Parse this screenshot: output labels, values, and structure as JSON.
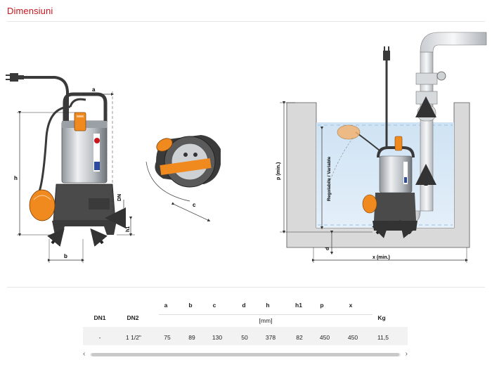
{
  "section": {
    "title": "Dimensiuni"
  },
  "drawing": {
    "labels": {
      "a": "a",
      "h": "h",
      "dn": "DN",
      "h1": "h1",
      "b": "b",
      "c": "c",
      "p_min": "p  (min.)",
      "regolabile": "Regolabile / Variable",
      "d": "d",
      "x_min": "x (min.)"
    }
  },
  "table": {
    "headers": {
      "dn1": "DN1",
      "dn2": "DN2",
      "a": "a",
      "b": "b",
      "c": "c",
      "d": "d",
      "h": "h",
      "h1": "h1",
      "p": "p",
      "x": "x",
      "kg": "Kg"
    },
    "units": "[mm]",
    "row": {
      "dn1": "-",
      "dn2": "1 1/2\"",
      "a": "75",
      "b": "89",
      "c": "130",
      "d": "50",
      "h": "378",
      "h1": "82",
      "p": "450",
      "x": "450",
      "kg": "11,5"
    }
  },
  "scrollbar": {
    "left_arrow": "‹",
    "right_arrow": "›"
  },
  "colors": {
    "title": "#c8161d",
    "orange": "#f08a1f",
    "dark": "#3a3a3a",
    "water": "#d7e8f6",
    "steel": "#c9ccd0"
  }
}
